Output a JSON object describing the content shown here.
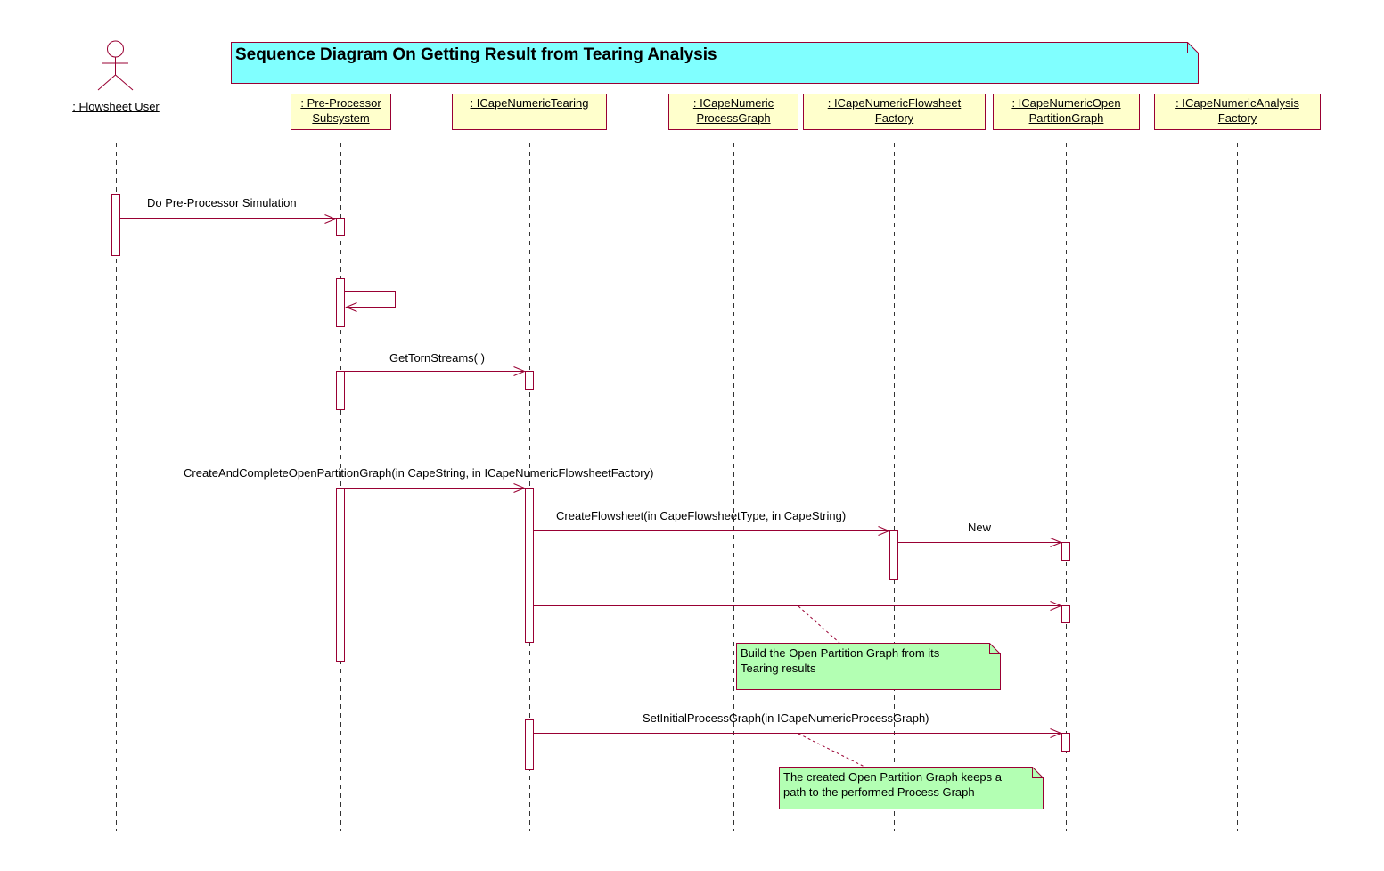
{
  "title": "Sequence Diagram On Getting Result from Tearing Analysis",
  "actor": {
    "label": ": Flowsheet User"
  },
  "lifelines": [
    {
      "id": "preproc",
      "label": ": Pre-Processor\nSubsystem"
    },
    {
      "id": "tearing",
      "label": ": ICapeNumericTearing"
    },
    {
      "id": "procgraph",
      "label": ": ICapeNumeric\nProcessGraph"
    },
    {
      "id": "fsfactory",
      "label": ": ICapeNumericFlowsheet\nFactory"
    },
    {
      "id": "openpart",
      "label": ": ICapeNumericOpen\nPartitionGraph"
    },
    {
      "id": "anfactory",
      "label": ": ICapeNumericAnalysis\nFactory"
    }
  ],
  "messages": [
    {
      "label": "Do Pre-Processor Simulation"
    },
    {
      "label": ""
    },
    {
      "label": "GetTornStreams( )"
    },
    {
      "label": "CreateAndCompleteOpenPartitionGraph(in CapeString, in ICapeNumericFlowsheetFactory)"
    },
    {
      "label": "CreateFlowsheet(in CapeFlowsheetType, in CapeString)"
    },
    {
      "label": "New"
    },
    {
      "label": ""
    },
    {
      "label": "SetInitialProcessGraph(in ICapeNumericProcessGraph)"
    }
  ],
  "notes": [
    {
      "text": "Build the Open Partition Graph from its\nTearing results"
    },
    {
      "text": "The created Open Partition Graph keeps a\npath to the performed Process Graph"
    }
  ],
  "colors": {
    "line": "#990033",
    "title_fill": "#80ffff",
    "lifeline_fill": "#ffffcc",
    "note_fill": "#b3ffb3"
  }
}
